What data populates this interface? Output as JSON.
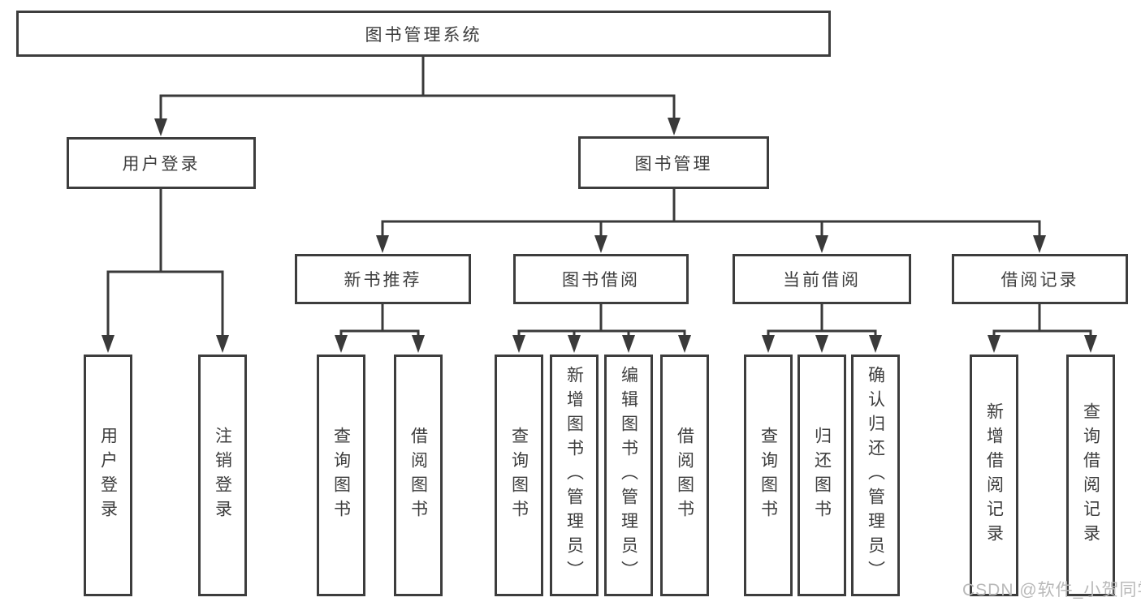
{
  "colors": {
    "line": "#3a3a3a",
    "box_border": "#3d3d3d",
    "text": "#3d3d3d",
    "background": "#ffffff",
    "watermark": "#b9b9b9"
  },
  "tree": {
    "root": "图书管理系统",
    "level2": [
      {
        "label": "用户登录"
      },
      {
        "label": "图书管理"
      }
    ],
    "level3": [
      {
        "label": "新书推荐"
      },
      {
        "label": "图书借阅"
      },
      {
        "label": "当前借阅"
      },
      {
        "label": "借阅记录"
      }
    ],
    "leaves": {
      "user": [
        "用户登录",
        "注销登录"
      ],
      "recommend": [
        "查询图书",
        "借阅图书"
      ],
      "borrow": [
        "查询图书",
        "新增图书（管理员）",
        "编辑图书（管理员）",
        "借阅图书"
      ],
      "current": [
        "查询图书",
        "归还图书",
        "确认归还（管理员）"
      ],
      "records": [
        "新增借阅记录",
        "查询借阅记录"
      ]
    }
  },
  "watermark": "CSDN @软件_小贺同学"
}
